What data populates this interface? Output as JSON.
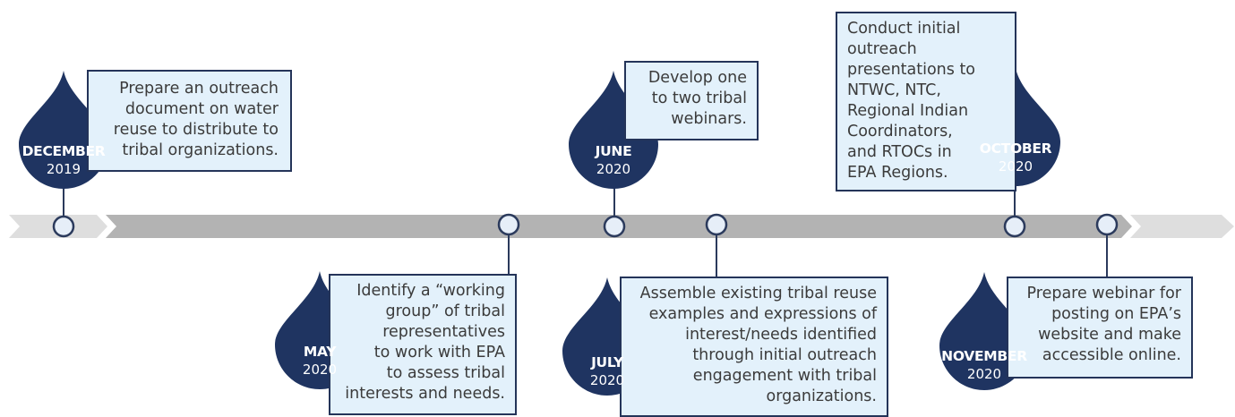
{
  "milestones": [
    {
      "id": "dec2019",
      "month": "DECEMBER",
      "year": "2019",
      "text": "Prepare an outreach\ndocument on water\nreuse to distribute to\ntribal organizations."
    },
    {
      "id": "may2020",
      "month": "MAY",
      "year": "2020",
      "text": "Identify a “working\ngroup” of tribal\nrepresentatives\nto work with EPA\nto assess tribal\ninterests and needs."
    },
    {
      "id": "jun2020",
      "month": "JUNE",
      "year": "2020",
      "text": "Develop one\nto two tribal\nwebinars."
    },
    {
      "id": "jul2020",
      "month": "JULY",
      "year": "2020",
      "text": "Assemble existing tribal reuse\nexamples and expressions of\ninterest/needs identified\nthrough initial outreach\nengagement with tribal\norganizations."
    },
    {
      "id": "oct2020",
      "month": "OCTOBER",
      "year": "2020",
      "text": "Conduct initial\noutreach\npresentations to\nNTWC, NTC,\nRegional Indian\nCoordinators,\nand RTOCs in\nEPA Regions."
    },
    {
      "id": "nov2020",
      "month": "NOVEMBER",
      "year": "2020",
      "text": "Prepare webinar for\nposting on EPA’s\nwebsite and make\naccessible online."
    }
  ],
  "colors": {
    "drop": "#1f3461",
    "box_fill": "#e3f1fb",
    "box_border": "#243459",
    "bar": "#b3b3b3",
    "chevron": "#dedede",
    "node_fill": "#e6eef8",
    "node_stroke": "#2b3a5c",
    "text": "#3b3b3b"
  }
}
